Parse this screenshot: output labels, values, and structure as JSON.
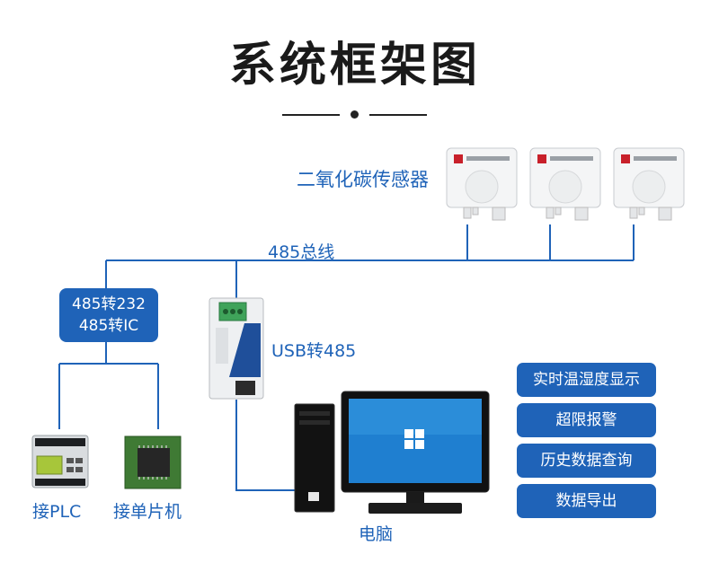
{
  "title": "系统框架图",
  "sensor_group_label": "二氧化碳传感器",
  "bus_label": "485总线",
  "converter": {
    "line1": "485转232",
    "line2": "485转IC"
  },
  "usb_converter_label": "USB转485",
  "features": [
    "实时温湿度显示",
    "超限报警",
    "历史数据查询",
    "数据导出"
  ],
  "endpoints": {
    "plc": "接PLC",
    "mcu": "接单片机",
    "pc": "电脑"
  },
  "sensor_device_text": "二氧化碳传感器",
  "colors": {
    "accent": "#1f63b8",
    "wire": "#1f63b8",
    "title": "#1a1a1a"
  }
}
